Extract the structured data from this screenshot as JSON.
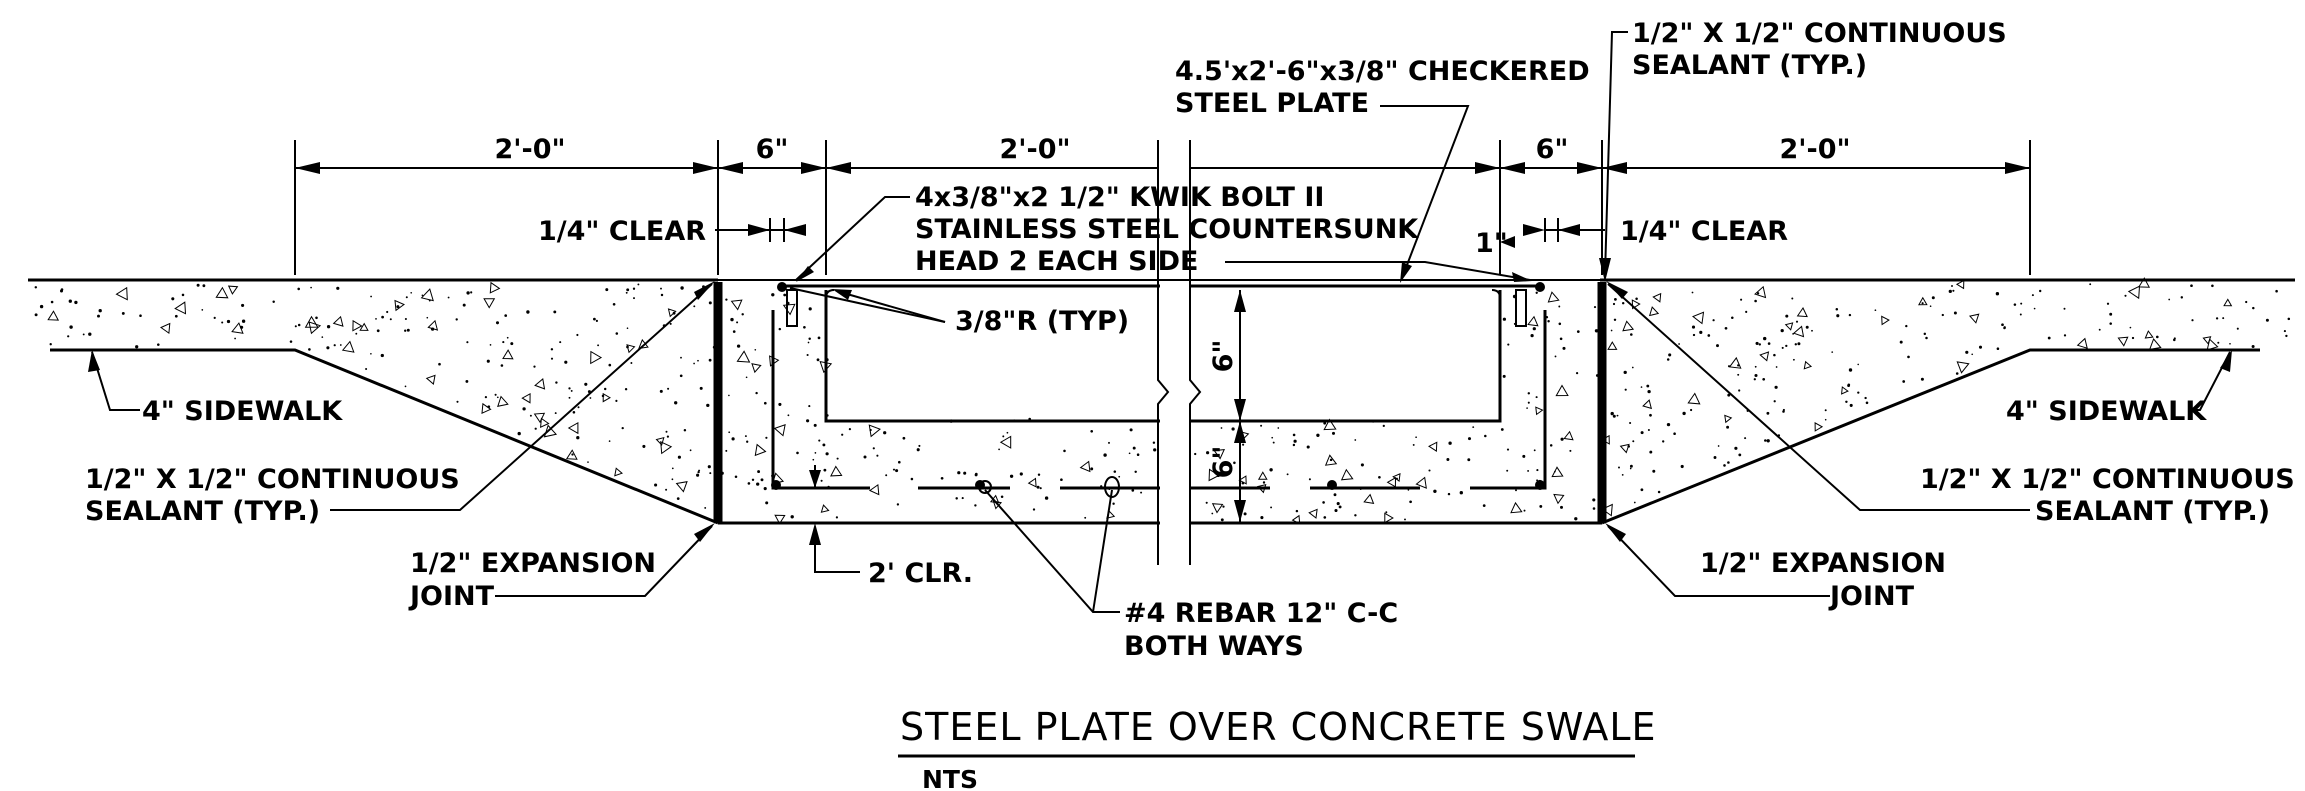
{
  "drawing": {
    "title": "STEEL PLATE OVER CONCRETE SWALE",
    "scale_note": "NTS"
  },
  "dimensions": {
    "left_sidewalk_width": "2'-0\"",
    "left_gap": "6\"",
    "swale_width": "2'-0\"",
    "right_gap": "6\"",
    "right_sidewalk_width": "2'-0\"",
    "plate_depth": "6\"",
    "slab_depth": "6\"",
    "bolt_edge": "1\""
  },
  "callouts": {
    "clear_left": "1/4\" CLEAR",
    "clear_right": "1/4\" CLEAR",
    "bolt_line1": "4x3/8\"x2 1/2\" KWIK BOLT II",
    "bolt_line2": "STAINLESS STEEL COUNTERSUNK",
    "bolt_line3": "HEAD 2 EACH SIDE",
    "plate_line1": "4.5'x2'-6\"x3/8\" CHECKERED",
    "plate_line2": "STEEL PLATE",
    "sealant_top_line1": "1/2\" X 1/2\" CONTINUOUS",
    "sealant_top_line2": "SEALANT (TYP.)",
    "radius": "3/8\"R (TYP)",
    "sidewalk_left": "4\" SIDEWALK",
    "sidewalk_right": "4\" SIDEWALK",
    "sealant_left_line1": "1/2\" X 1/2\" CONTINUOUS",
    "sealant_left_line2": "SEALANT (TYP.)",
    "sealant_right_line1": "1/2\" X 1/2\" CONTINUOUS",
    "sealant_right_line2": "SEALANT (TYP.)",
    "joint_left_line1": "1/2\" EXPANSION",
    "joint_left_line2": "JOINT",
    "joint_right_line1": "1/2\" EXPANSION",
    "joint_right_line2": "JOINT",
    "cover": "2' CLR.",
    "rebar_line1": "#4 REBAR 12\" C-C",
    "rebar_line2": "BOTH WAYS"
  }
}
